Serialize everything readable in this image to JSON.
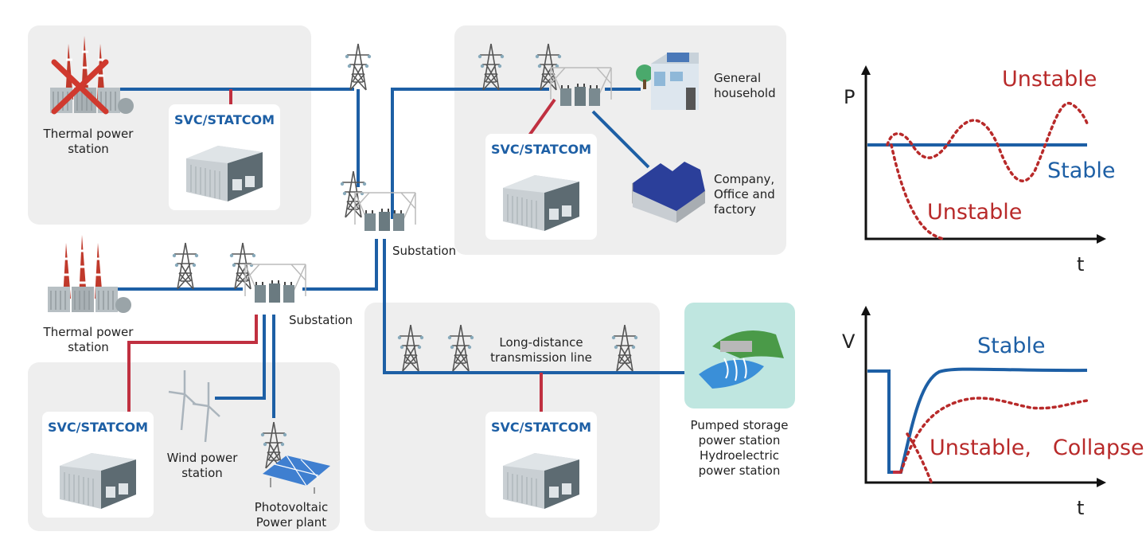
{
  "colors": {
    "line_blue": "#1d5fa5",
    "line_red": "#c03040",
    "unstable_red": "#b82a2a",
    "panel_gray": "#eeeeee",
    "water_teal": "#bfe6e0"
  },
  "diagram": {
    "svc_label": "SVC/STATCOM",
    "thermal_top_label": "Thermal power\nstation",
    "thermal_bottom_label": "Thermal power\nstation",
    "substation_center_label": "Substation",
    "substation_left_label": "Substation",
    "household_label": "General\nhousehold",
    "company_label": "Company,\nOffice and\nfactory",
    "wind_label": "Wind power\nstation",
    "pv_label": "Photovoltaic\nPower plant",
    "long_distance_label": "Long-distance\ntransmission line",
    "pumped_label": "Pumped storage\npower station\nHydroelectric\npower station",
    "icons": [
      "thermal-plant-icon",
      "cross-mark-icon",
      "transmission-tower-icon",
      "substation-icon",
      "house-icon",
      "factory-icon",
      "svc-equipment-icon",
      "wind-turbine-icon",
      "solar-panel-icon",
      "hydro-dam-icon"
    ]
  },
  "plots": {
    "power": {
      "y_axis": "P",
      "x_axis": "t",
      "stable_label": "Stable",
      "unstable_upper_label": "Unstable",
      "unstable_lower_label": "Unstable"
    },
    "voltage": {
      "y_axis": "V",
      "x_axis": "t",
      "stable_label": "Stable",
      "unstable_label": "Unstable,　Collapse"
    }
  }
}
